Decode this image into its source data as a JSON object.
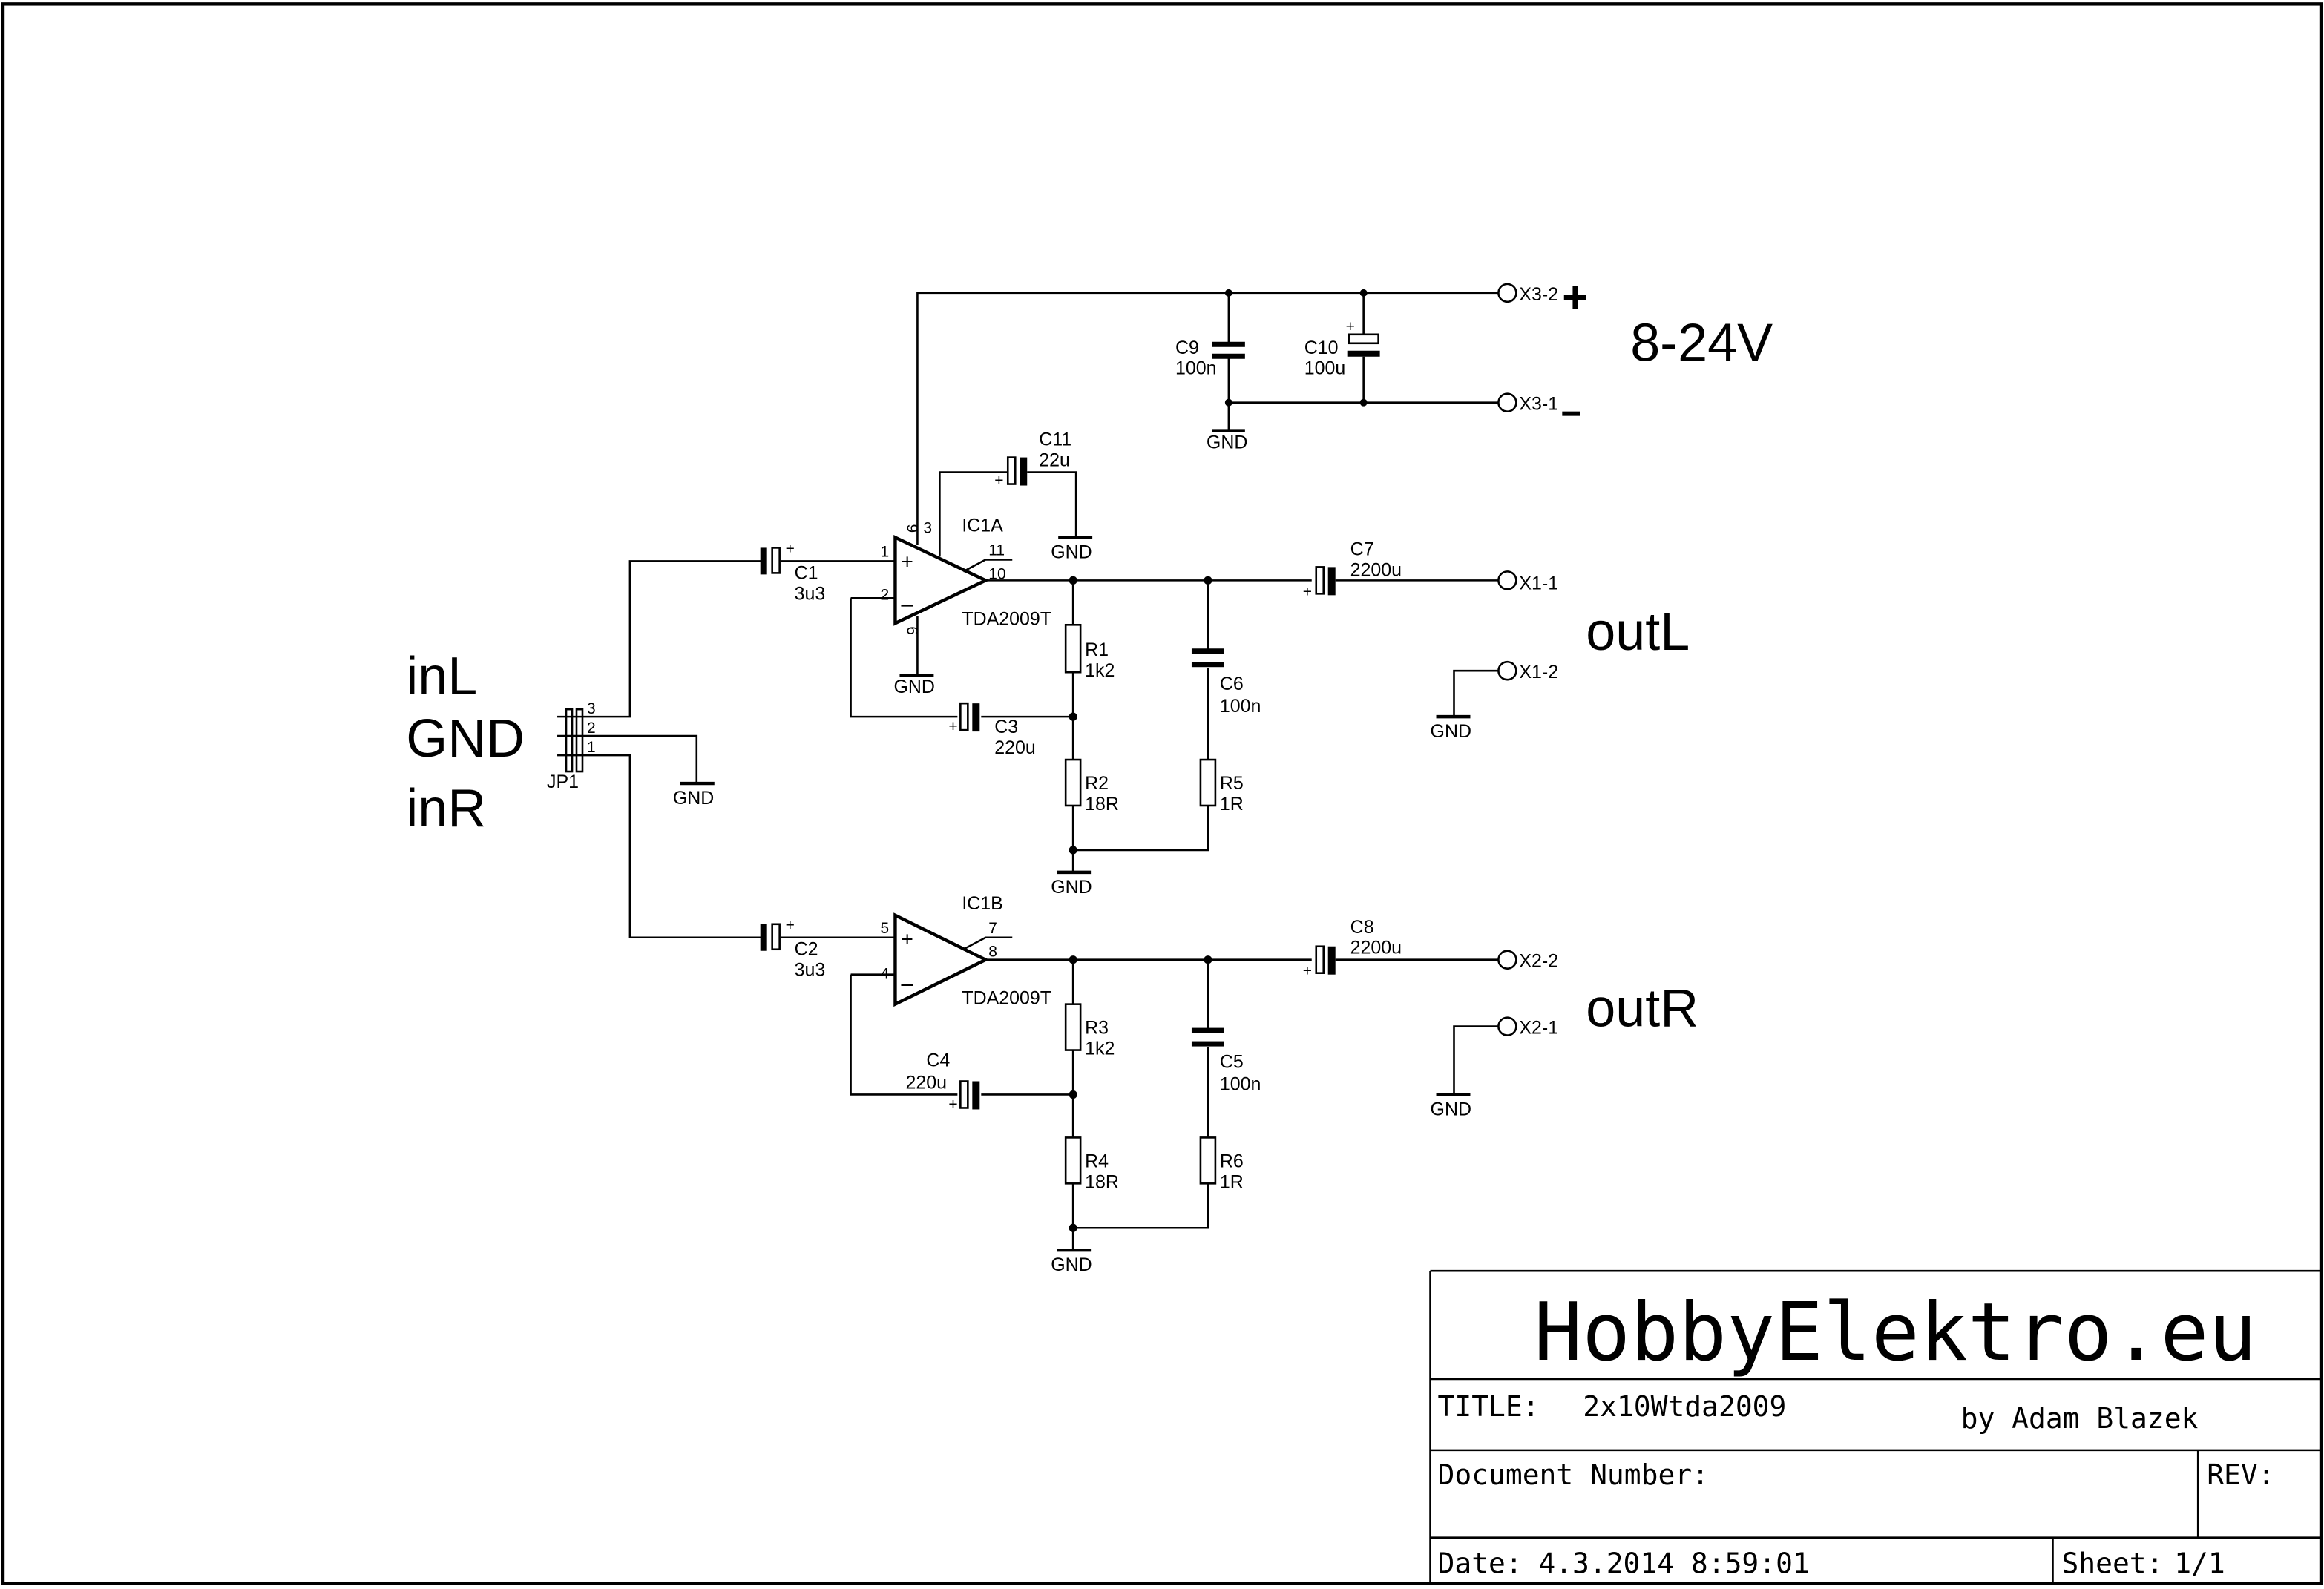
{
  "labels": {
    "inL": "inL",
    "gnd_in": "GND",
    "inR": "inR",
    "jp1": "JP1",
    "outL": "outL",
    "outR": "outR",
    "supply": "8-24V",
    "plus": "+",
    "minus": "-",
    "gnd": "GND",
    "polarity": "+"
  },
  "ics": {
    "ic1a": {
      "name": "IC1A",
      "type": "TDA2009T",
      "pins": {
        "in_plus": "1",
        "in_minus": "2",
        "vs": "9",
        "svr": "3",
        "gnd": "6",
        "bootstrap": "11",
        "out": "10"
      }
    },
    "ic1b": {
      "name": "IC1B",
      "type": "TDA2009T",
      "pins": {
        "in_plus": "5",
        "in_minus": "4",
        "bootstrap": "7",
        "out": "8"
      }
    }
  },
  "parts": {
    "C1": {
      "name": "C1",
      "value": "3u3"
    },
    "C2": {
      "name": "C2",
      "value": "3u3"
    },
    "C3": {
      "name": "C3",
      "value": "220u"
    },
    "C4": {
      "name": "C4",
      "value": "220u"
    },
    "C5": {
      "name": "C5",
      "value": "100n"
    },
    "C6": {
      "name": "C6",
      "value": "100n"
    },
    "C7": {
      "name": "C7",
      "value": "2200u"
    },
    "C8": {
      "name": "C8",
      "value": "2200u"
    },
    "C9": {
      "name": "C9",
      "value": "100n"
    },
    "C10": {
      "name": "C10",
      "value": "100u"
    },
    "C11": {
      "name": "C11",
      "value": "22u"
    },
    "R1": {
      "name": "R1",
      "value": "1k2"
    },
    "R2": {
      "name": "R2",
      "value": "18R"
    },
    "R3": {
      "name": "R3",
      "value": "1k2"
    },
    "R4": {
      "name": "R4",
      "value": "18R"
    },
    "R5": {
      "name": "R5",
      "value": "1R"
    },
    "R6": {
      "name": "R6",
      "value": "1R"
    }
  },
  "connectors": {
    "X3_2": "X3-2",
    "X3_1": "X3-1",
    "X1_1": "X1-1",
    "X1_2": "X1-2",
    "X2_2": "X2-2",
    "X2_1": "X2-1",
    "jp1_pins": [
      "3",
      "2",
      "1"
    ]
  },
  "title_block": {
    "brand": "HobbyElektro.eu",
    "title_label": "TITLE:",
    "title": "2x10Wtda2009",
    "author": "by Adam Blazek",
    "doc_number_label": "Document Number:",
    "rev_label": "REV:",
    "date_label": "Date:",
    "date": "4.3.2014 8:59:01",
    "sheet_label": "Sheet:",
    "sheet": "1/1"
  }
}
